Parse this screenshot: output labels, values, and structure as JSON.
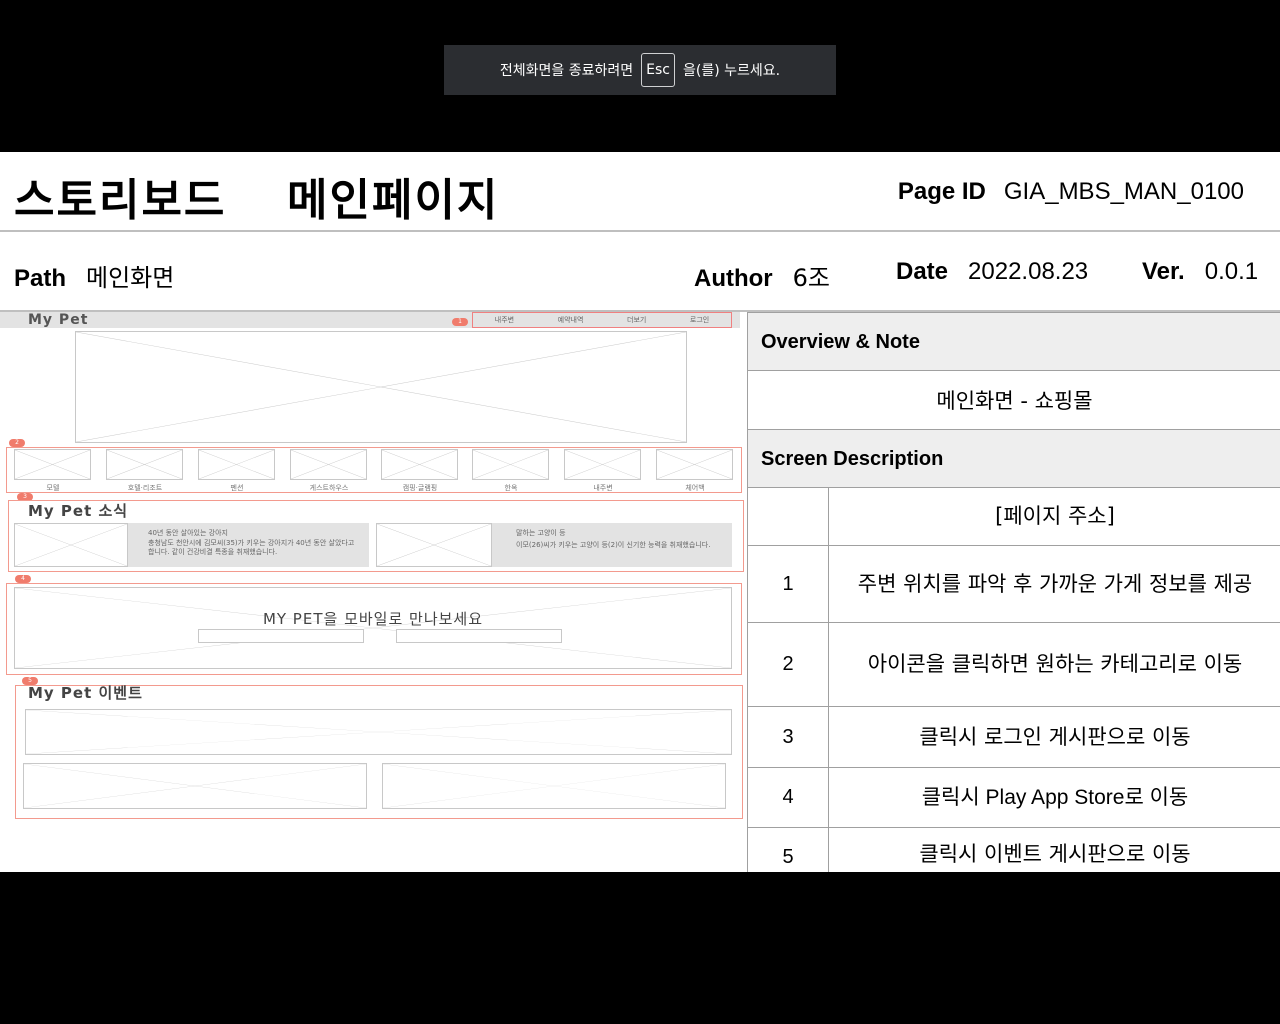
{
  "toast": {
    "prefix": "전체화면을 종료하려면",
    "key": "Esc",
    "suffix": "을(를) 누르세요."
  },
  "header": {
    "title": "스토리보드",
    "page_name": "메인페이지",
    "page_id_label": "Page ID",
    "page_id": "GIA_MBS_MAN_0100"
  },
  "meta": {
    "path_label": "Path",
    "path": "메인화면",
    "author_label": "Author",
    "author": "6조",
    "date_label": "Date",
    "date": "2022.08.23",
    "ver_label": "Ver.",
    "ver": "0.0.1"
  },
  "wireframe": {
    "logo": "My Pet",
    "menu": [
      "내주변",
      "예약내역",
      "더보기",
      "로그인"
    ],
    "badges": [
      "1",
      "2",
      "3",
      "4",
      "5"
    ],
    "categories": [
      "모텔",
      "호텔·리조트",
      "펜션",
      "게스트하우스",
      "캠핑·글램핑",
      "한옥",
      "내주변",
      "체어백"
    ],
    "news_title": "My Pet 소식",
    "news": [
      {
        "title": "40년 동안 살아있는 강아지",
        "body": "충청남도 천안시에 김모씨(35)가 키우는 강아지가 40년 동안 살았다고 합니다. 같이 건강비결 특종을 취재했습니다."
      },
      {
        "title": "말하는 고양이 등",
        "body": "이모(26)씨가 키우는 고양이 등(2)이 신기한 능력을 취재했습니다."
      }
    ],
    "mobile_banner": "MY PET을 모바일로 만나보세요",
    "event_title": "My Pet 이벤트"
  },
  "table": {
    "overview_label": "Overview & Note",
    "overview": "메인화면 - 쇼핑몰",
    "screen_desc_label": "Screen Description",
    "page_address": "[페이지 주소]",
    "rows": [
      {
        "num": "1",
        "desc": "주변 위치를 파악 후 가까운 가게 정보를 제공"
      },
      {
        "num": "2",
        "desc": "아이콘을 클릭하면 원하는 카테고리로 이동"
      },
      {
        "num": "3",
        "desc": "클릭시 로그인 게시판으로 이동"
      },
      {
        "num": "4",
        "desc": "클릭시 Play App Store로 이동"
      },
      {
        "num": "5",
        "desc": "클릭시 이벤트 게시판으로 이동"
      }
    ]
  }
}
